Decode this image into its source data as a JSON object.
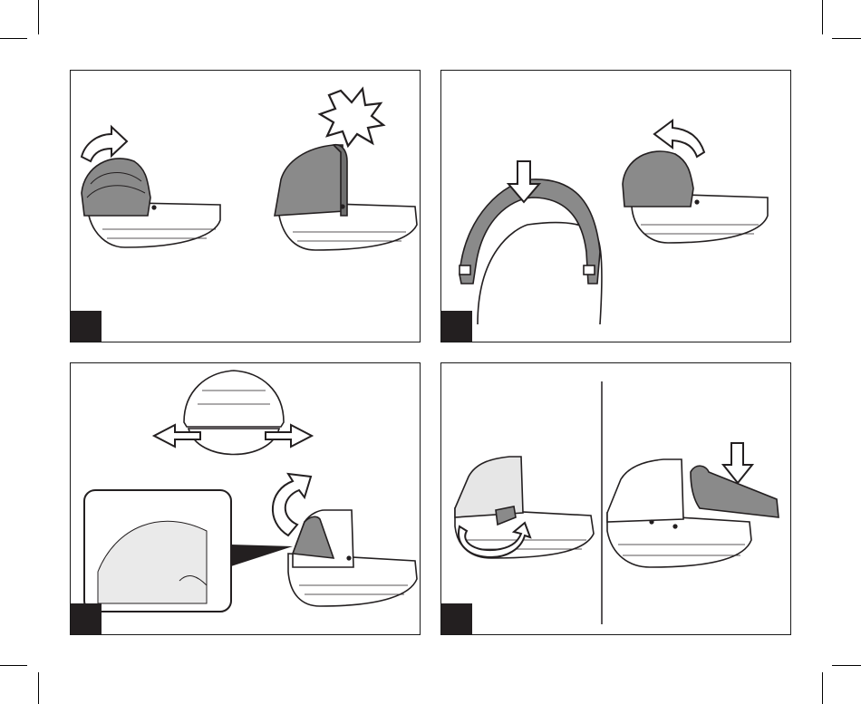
{
  "page": {
    "description_free": true,
    "colors": {
      "line": "#231f20",
      "hood_fill": "#8a8a8a",
      "hood_dark": "#6e6e6e",
      "badge": "#231f20"
    }
  },
  "panels": [
    {
      "id": "panel-1",
      "badge": ""
    },
    {
      "id": "panel-2",
      "badge": ""
    },
    {
      "id": "panel-3",
      "badge": ""
    },
    {
      "id": "panel-4",
      "badge": ""
    }
  ]
}
